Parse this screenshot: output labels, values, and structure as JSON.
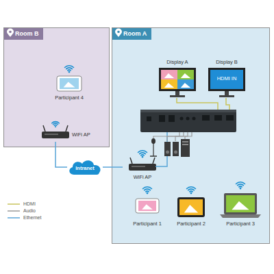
{
  "diagram": {
    "nodes": [
      {
        "text": [
          "Room B"
        ]
      },
      {
        "text": [
          "Participant 4"
        ],
        "in": 0
      },
      {
        "text": [
          "WiFi AP"
        ],
        "in": 0
      },
      {
        "text": [
          "Intranet"
        ]
      },
      {
        "text": [
          "Room A"
        ]
      },
      {
        "text": [
          "Display A"
        ],
        "in": 4
      },
      {
        "text": [
          "Display B",
          "HDMI IN"
        ],
        "in": 4
      },
      {
        "text": [
          "WiFi AP"
        ],
        "in": 4
      },
      {
        "text": [
          "Participant 1"
        ],
        "in": 4
      },
      {
        "text": [
          "Participant 2"
        ],
        "in": 4
      },
      {
        "text": [
          "Participant 3"
        ],
        "in": 4
      }
    ],
    "edges": [
      {
        "from": 2,
        "to": 3,
        "arrow": "none"
      },
      {
        "from": 3,
        "to": 7,
        "arrow": "none"
      }
    ],
    "legend": [
      {
        "text": "HDMI"
      },
      {
        "text": "Audio"
      },
      {
        "text": "Ethernet"
      }
    ]
  }
}
